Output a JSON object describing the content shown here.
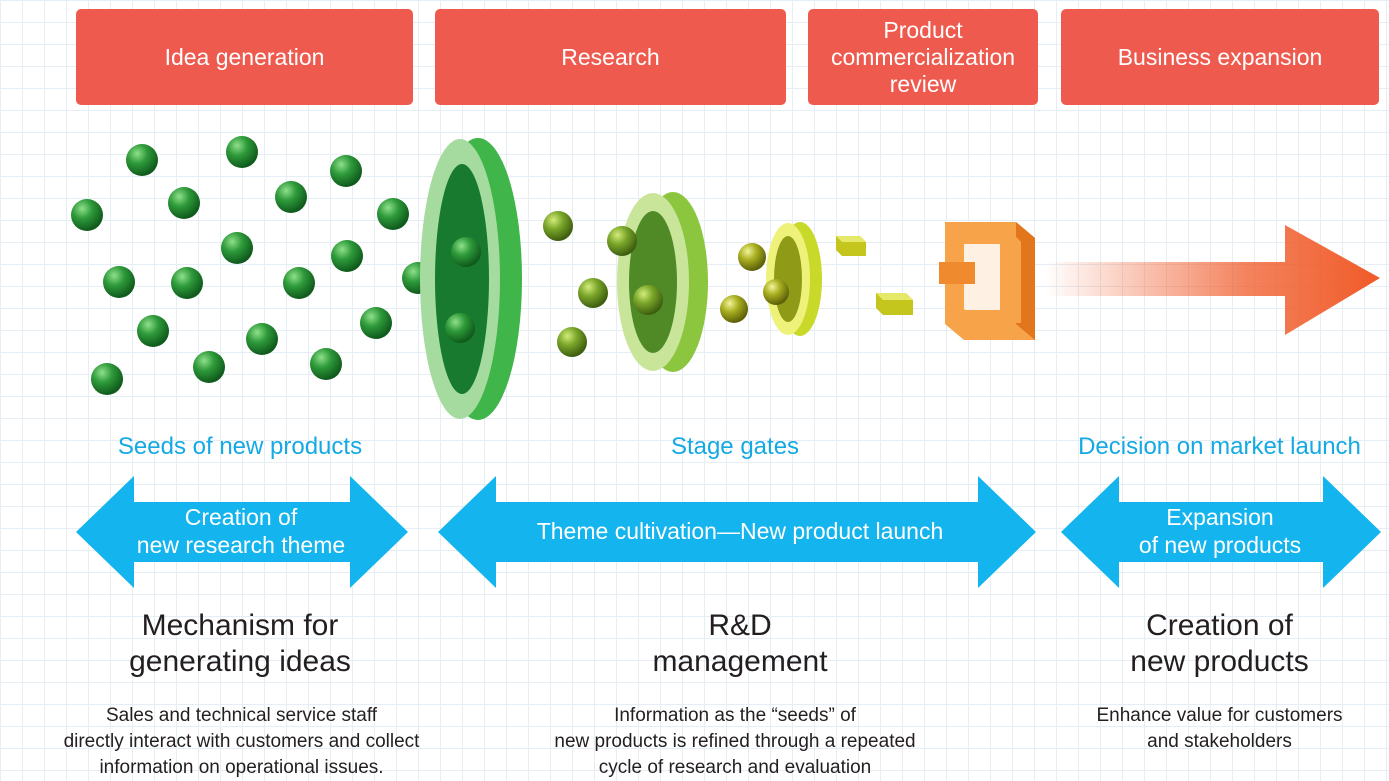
{
  "phases": [
    {
      "label": "Idea generation"
    },
    {
      "label": "Research"
    },
    {
      "label": "Product\ncommercialization\nreview"
    },
    {
      "label": "Business expansion"
    }
  ],
  "sub_labels": {
    "seeds": "Seeds of new products",
    "gates": "Stage gates",
    "decision": "Decision on market launch"
  },
  "arrows": [
    {
      "label": "Creation of\nnew research theme"
    },
    {
      "label": "Theme cultivation—New product launch"
    },
    {
      "label": "Expansion\nof new products"
    }
  ],
  "headings": [
    {
      "label": "Mechanism for\ngenerating ideas"
    },
    {
      "label": "R&D\nmanagement"
    },
    {
      "label": "Creation of\nnew products"
    }
  ],
  "descriptions": [
    {
      "text": "Sales and technical service staff\ndirectly interact with customers and collect\ninformation on operational issues."
    },
    {
      "text": "Information as the “seeds” of\nnew products is refined through a repeated\ncycle of research and evaluation"
    },
    {
      "text": "Enhance value for customers\nand stakeholders"
    }
  ],
  "colors": {
    "phase_bg": "#ef5a4f",
    "accent_blue": "#14a9e3",
    "seed_green": "#2e9a3a",
    "launch_arrow": "#f05a28"
  }
}
